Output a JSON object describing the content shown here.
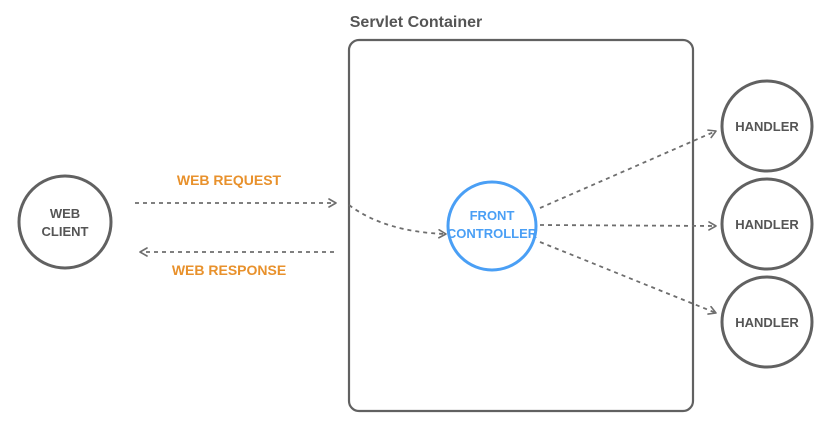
{
  "container": {
    "label": "Servlet Container"
  },
  "client": {
    "label_lines": [
      "WEB",
      "CLIENT"
    ]
  },
  "front_controller": {
    "label_lines": [
      "FRONT",
      "CONTROLLER"
    ]
  },
  "handlers": [
    {
      "label": "HANDLER"
    },
    {
      "label": "HANDLER"
    },
    {
      "label": "HANDLER"
    }
  ],
  "flows": {
    "request_label": "WEB REQUEST",
    "response_label": "WEB RESPONSE"
  },
  "colors": {
    "outline": "#616161",
    "text_dark": "#555555",
    "accent_blue": "#4a9ff5",
    "accent_orange": "#e8912c",
    "arrow": "#6e6e6e"
  }
}
